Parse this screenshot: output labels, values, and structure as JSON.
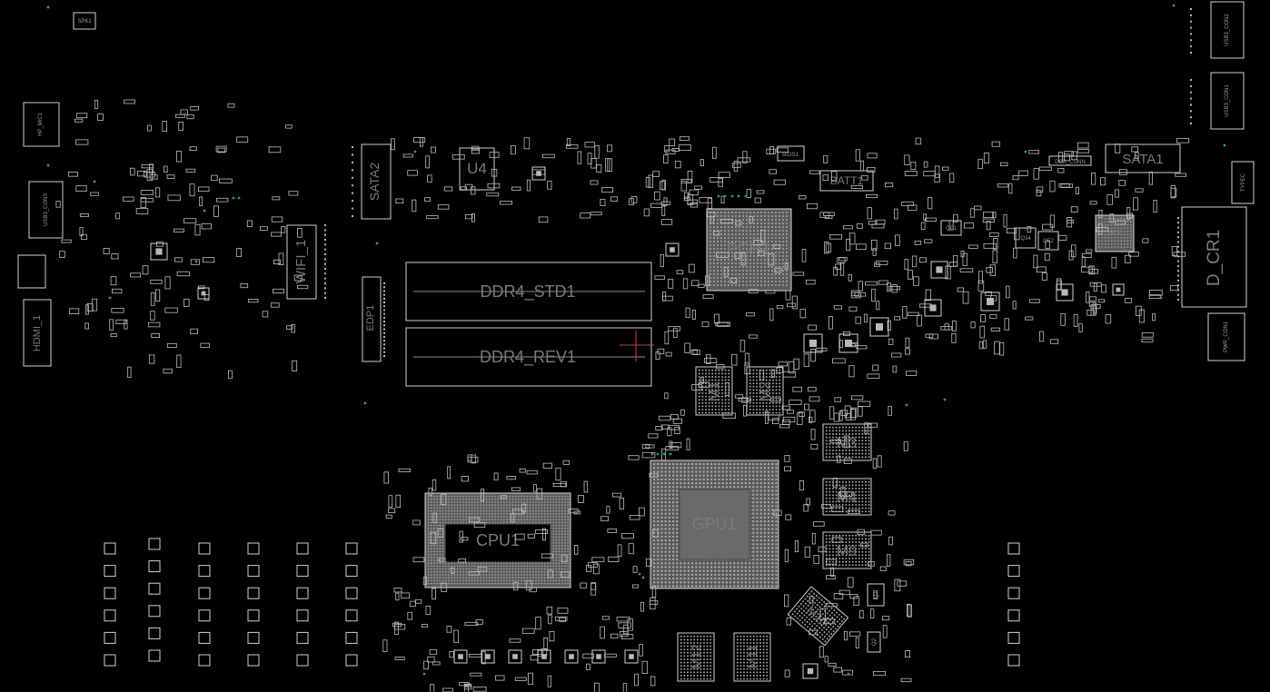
{
  "board": {
    "background": "#000000",
    "outline_color": "#d0d0d0",
    "label_color": "#7a7a7a",
    "via_color": "#2a9a8a"
  },
  "labels": {
    "spk": "SPK1",
    "hp_mic": "HP_MIC1",
    "usb3_con3": "USB3_CON3",
    "hdmi": "HDMI_1",
    "wifi": "WIFI_1",
    "sata2": "SATA2",
    "u4": "U4",
    "edp": "EDP1",
    "ddr4_std": "DDR4_STD1",
    "ddr4_rev": "DDR4_REV1",
    "bios": "BIOS1",
    "pch": "PCH1",
    "batt": "BATT1",
    "sata1": "SATA1",
    "usb3_con2": "USB3_CON2",
    "usb3_con1": "USB3_CON1",
    "typec": "TYPEC",
    "d_cr": "D_CR1",
    "pwr_con": "PWR_CON1",
    "dcb_conn": "DCB_CONN",
    "m1": "M1",
    "m2": "M2",
    "m3": "M3",
    "m4": "M4",
    "m9": "M9",
    "m10": "M10",
    "m11": "M11",
    "m12": "M12",
    "cpu": "CPU1",
    "gpu": "GPU1",
    "q1": "Q1",
    "q2": "Q2",
    "q34": "Q34",
    "qe2": "QE2",
    "qe1": "QE1",
    "ec": "EC1"
  }
}
